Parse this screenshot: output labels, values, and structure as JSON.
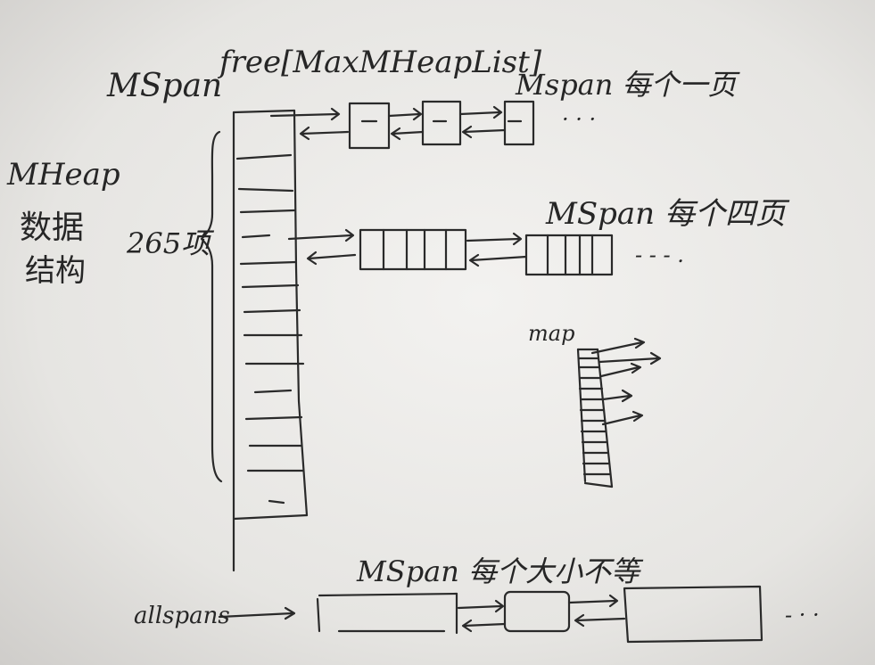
{
  "labels": {
    "mspan_header": "MSpan",
    "free_array": "free[MaxMHeapList]",
    "mheap": "MHeap",
    "mheap_cn_1": "数据",
    "mheap_cn_2": "结构",
    "count_265": "265项",
    "mspan_one_page": "Mspan 每个一页",
    "mspan_four_pages": "MSpan 每个四页",
    "map": "map",
    "mspan_varied": "MSpan 每个大小不等",
    "allspans": "allspans",
    "ellipsis_row1": "· · ·",
    "ellipsis_row2": "- - - .",
    "ellipsis_allspans": "- · ·"
  },
  "colors": {
    "ink": "#2a2a2a",
    "paper": "#ecebe9"
  }
}
